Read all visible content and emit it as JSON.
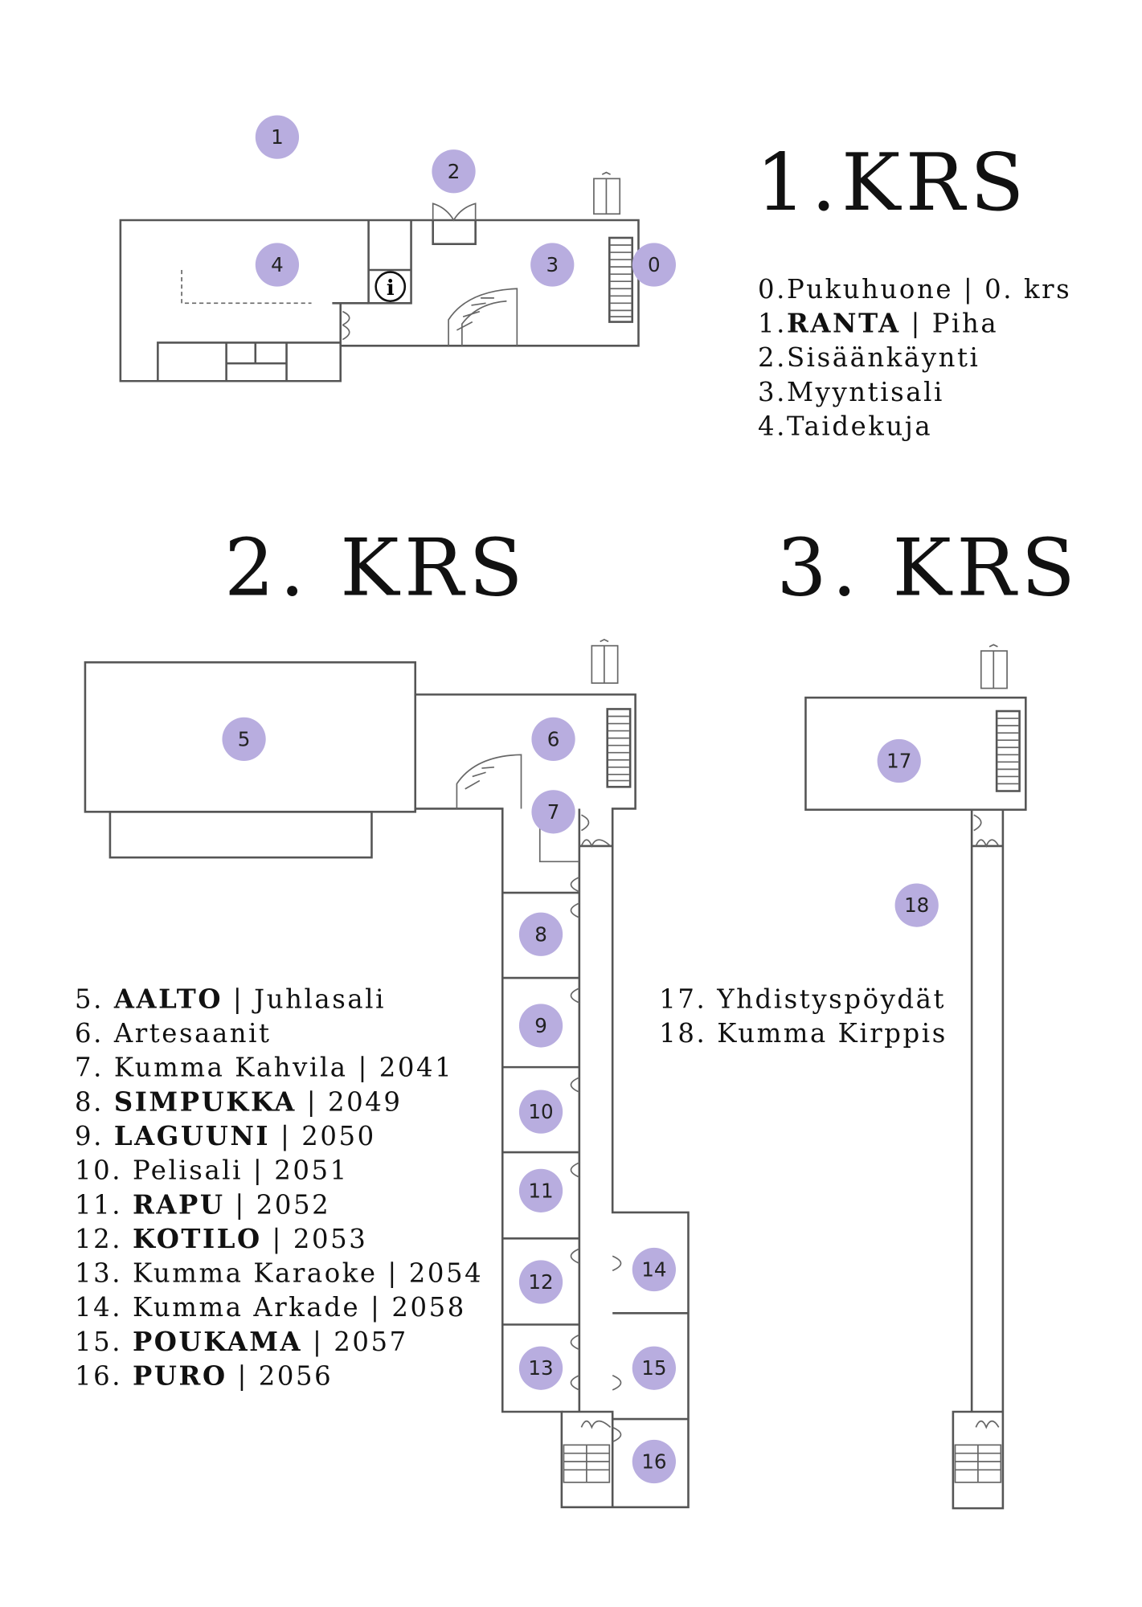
{
  "floors": [
    {
      "title": "1.KRS"
    },
    {
      "title": "2. KRS"
    },
    {
      "title": "3. KRS"
    }
  ],
  "markers": [
    "0",
    "1",
    "2",
    "3",
    "4",
    "5",
    "6",
    "7",
    "8",
    "9",
    "10",
    "11",
    "12",
    "13",
    "14",
    "15",
    "16",
    "17",
    "18"
  ],
  "legend": [
    {
      "num": "0.",
      "bold": "",
      "rest": "Pukuhuone | 0. krs"
    },
    {
      "num": "1.",
      "bold": "RANTA",
      "rest": " | Piha"
    },
    {
      "num": "2.",
      "bold": "",
      "rest": "Sisäänkäynti"
    },
    {
      "num": "3.",
      "bold": "",
      "rest": "Myyntisali"
    },
    {
      "num": "4.",
      "bold": "",
      "rest": "Taidekuja"
    },
    {
      "num": "5. ",
      "bold": "AALTO",
      "rest": " | Juhlasali"
    },
    {
      "num": "6. ",
      "bold": "",
      "rest": "Artesaanit"
    },
    {
      "num": "7. ",
      "bold": "",
      "rest": "Kumma Kahvila | 2041"
    },
    {
      "num": "8. ",
      "bold": "SIMPUKKA",
      "rest": " | 2049"
    },
    {
      "num": "9. ",
      "bold": "LAGUUNI",
      "rest": " | 2050"
    },
    {
      "num": "10. ",
      "bold": "",
      "rest": "Pelisali | 2051"
    },
    {
      "num": "11. ",
      "bold": "RAPU",
      "rest": " | 2052"
    },
    {
      "num": "12. ",
      "bold": "KOTILO",
      "rest": " | 2053"
    },
    {
      "num": "13. ",
      "bold": "",
      "rest": "Kumma Karaoke | 2054"
    },
    {
      "num": "14. ",
      "bold": "",
      "rest": "Kumma Arkade | 2058"
    },
    {
      "num": "15. ",
      "bold": "POUKAMA",
      "rest": " | 2057"
    },
    {
      "num": "16. ",
      "bold": "PURO",
      "rest": " | 2056"
    },
    {
      "num": "17. ",
      "bold": "",
      "rest": "Yhdistyspöydät"
    },
    {
      "num": "18. ",
      "bold": "",
      "rest": "Kumma Kirppis"
    }
  ],
  "info_icon": "info-icon",
  "marker_color": "#b8addf"
}
